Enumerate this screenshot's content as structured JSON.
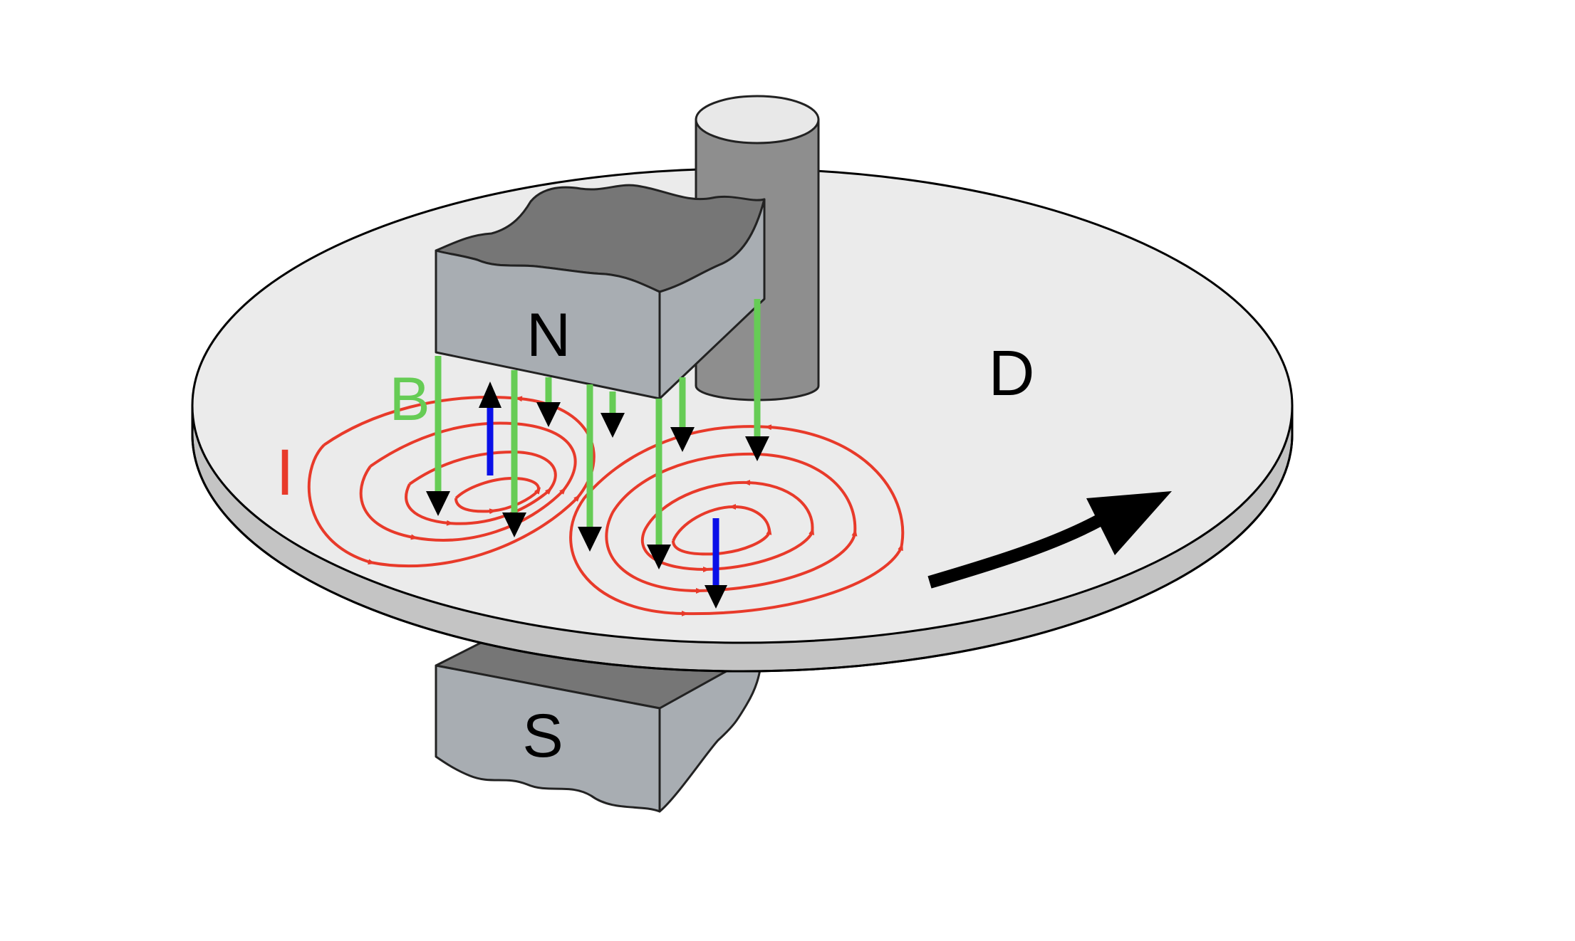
{
  "labels": {
    "north": "N",
    "south": "S",
    "field": "B",
    "current": "I",
    "disc": "D"
  },
  "colors": {
    "field": "#66cc55",
    "current": "#e83a2a",
    "force": "#0a10e8",
    "arrow": "#000000",
    "disc_top": "#ebebeb",
    "disc_edge": "#c4c4c4",
    "magnet_front": "#a8adb2",
    "magnet_top": "#767676",
    "axle_side": "#8e8e8e",
    "axle_top": "#e8e8e8"
  },
  "icons": {
    "rotation": "curved-arrow-icon",
    "field_arrow": "arrow-down-icon",
    "force_arrow": "arrow-up-icon"
  }
}
